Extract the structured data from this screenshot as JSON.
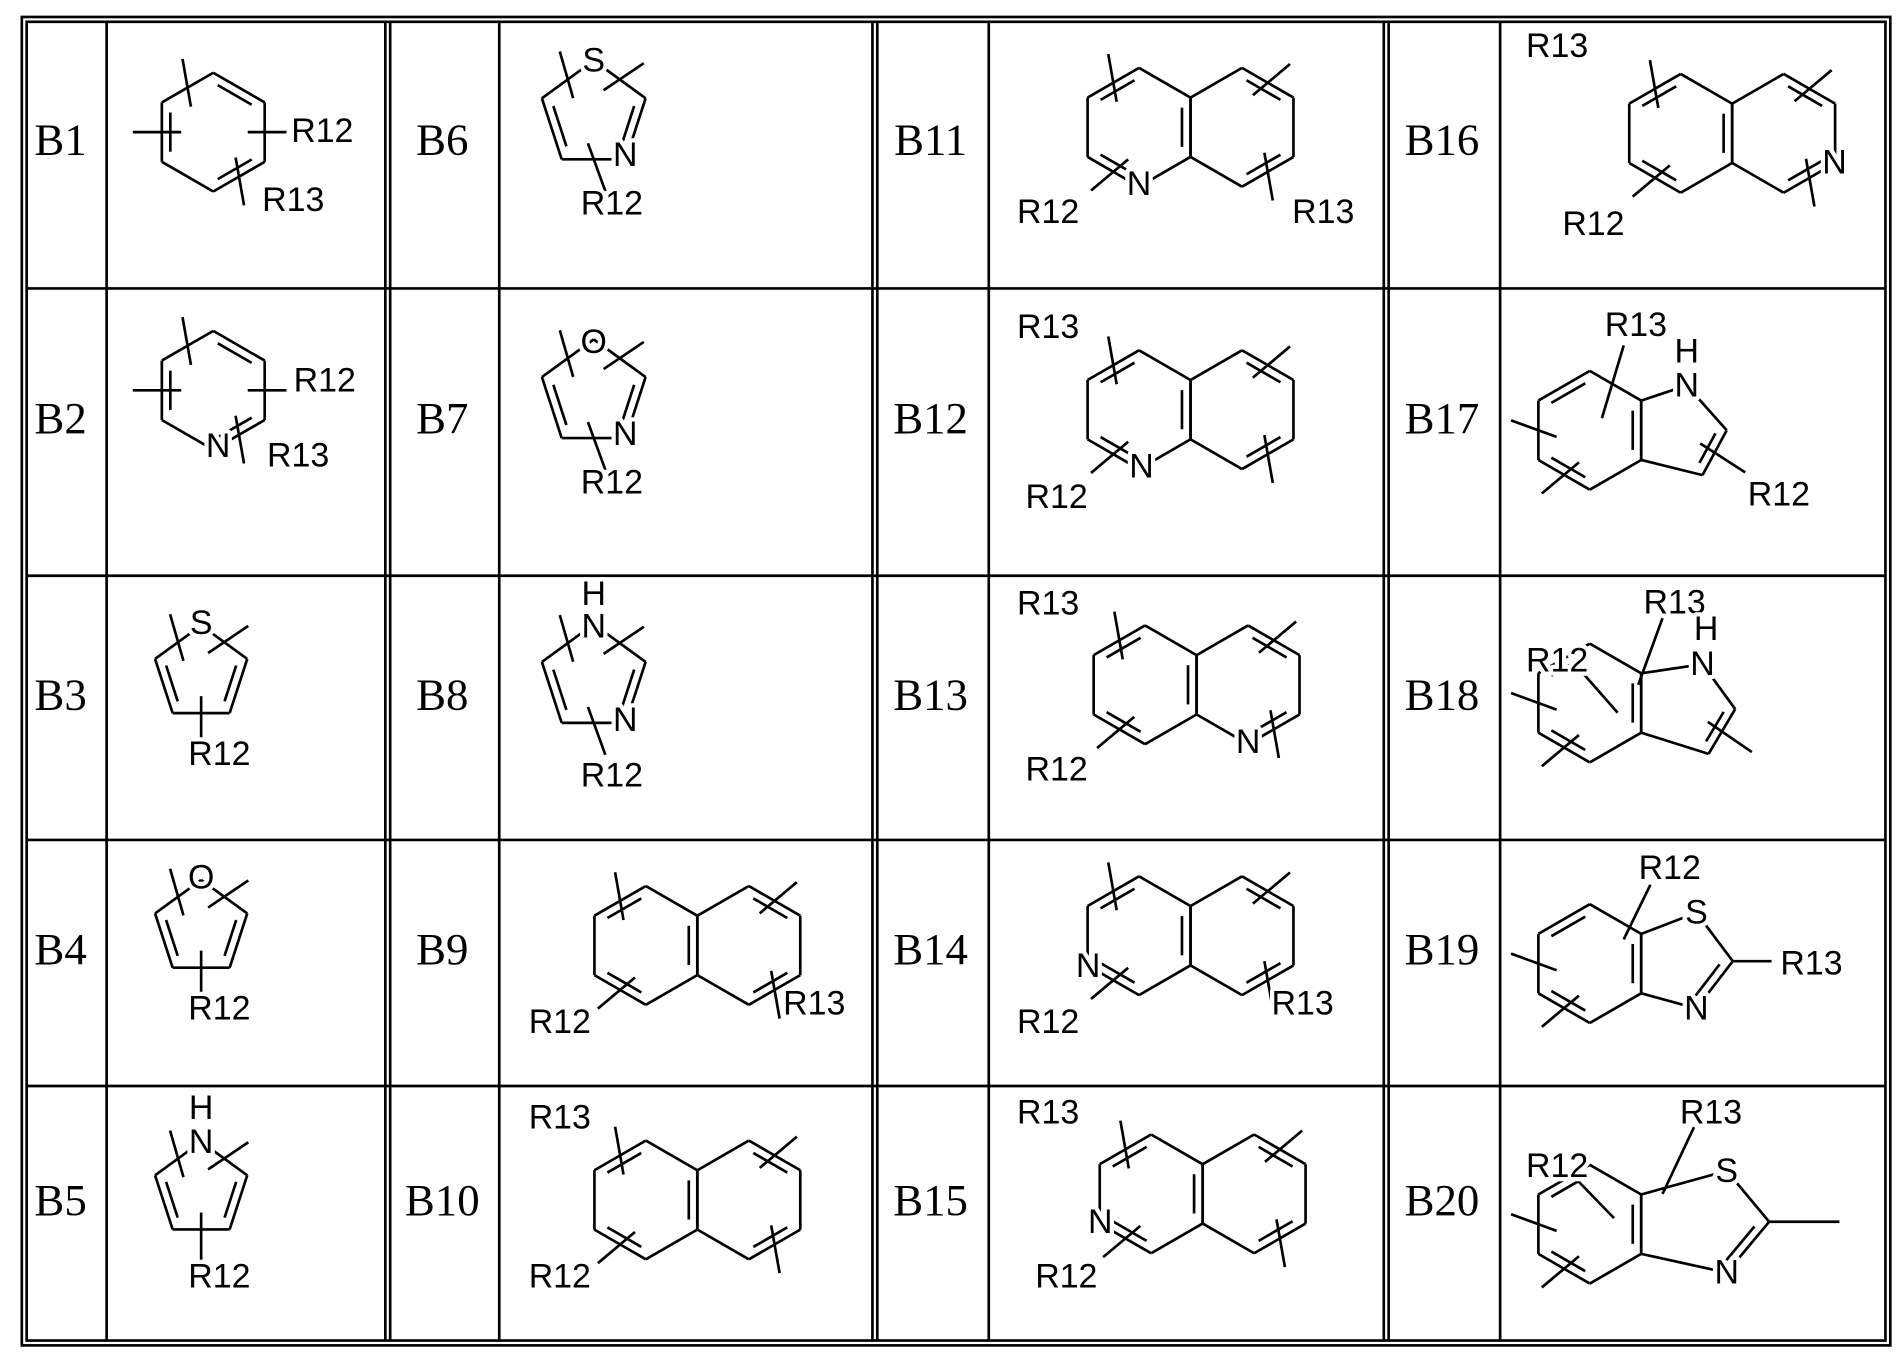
{
  "cells": [
    {
      "id": "B1",
      "labels": [
        "R12",
        "R13"
      ]
    },
    {
      "id": "B2",
      "labels": [
        "R12",
        "N",
        "R13"
      ]
    },
    {
      "id": "B3",
      "labels": [
        "S",
        "R12"
      ]
    },
    {
      "id": "B4",
      "labels": [
        "O",
        "R12"
      ]
    },
    {
      "id": "B5",
      "labels": [
        "H",
        "N",
        "R12"
      ]
    },
    {
      "id": "B6",
      "labels": [
        "S",
        "N",
        "R12"
      ]
    },
    {
      "id": "B7",
      "labels": [
        "O",
        "N",
        "R12"
      ]
    },
    {
      "id": "B8",
      "labels": [
        "H",
        "N",
        "N",
        "R12"
      ]
    },
    {
      "id": "B9",
      "labels": [
        "R12",
        "R13"
      ]
    },
    {
      "id": "B10",
      "labels": [
        "R13",
        "R12"
      ]
    },
    {
      "id": "B11",
      "labels": [
        "N",
        "R12",
        "R13"
      ]
    },
    {
      "id": "B12",
      "labels": [
        "R13",
        "N",
        "R12"
      ]
    },
    {
      "id": "B13",
      "labels": [
        "R13",
        "N",
        "R12"
      ]
    },
    {
      "id": "B14",
      "labels": [
        "N",
        "R12",
        "R13"
      ]
    },
    {
      "id": "B15",
      "labels": [
        "R13",
        "N",
        "R12"
      ]
    },
    {
      "id": "B16",
      "labels": [
        "R13",
        "N",
        "R12"
      ]
    },
    {
      "id": "B17",
      "labels": [
        "R13",
        "H",
        "N",
        "R12"
      ]
    },
    {
      "id": "B18",
      "labels": [
        "R13",
        "H",
        "N",
        "R12"
      ]
    },
    {
      "id": "B19",
      "labels": [
        "R12",
        "S",
        "N",
        "R13"
      ]
    },
    {
      "id": "B20",
      "labels": [
        "R13",
        "R12",
        "S",
        "N"
      ]
    }
  ]
}
